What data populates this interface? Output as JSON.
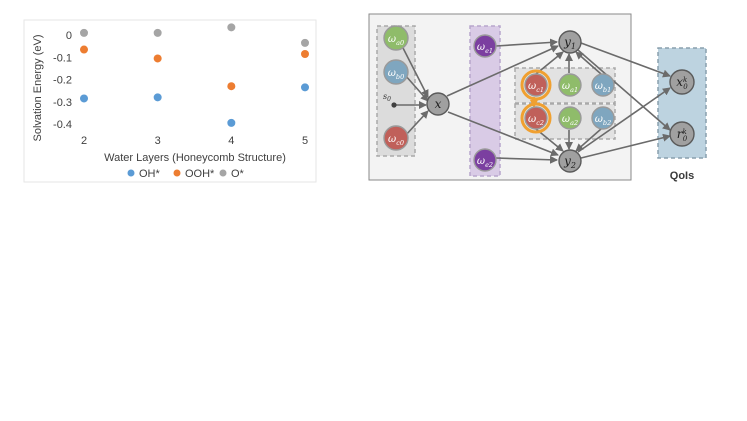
{
  "chart_data": {
    "type": "scatter",
    "title": "",
    "xlabel": "Water Layers (Honeycomb Structure)",
    "ylabel": "Solvation Energy (eV)",
    "x": [
      2,
      3,
      4,
      5
    ],
    "xlim": [
      2,
      5
    ],
    "ylim": [
      -0.4,
      0.05
    ],
    "yticks": [
      0,
      -0.1,
      -0.2,
      -0.3,
      -0.4
    ],
    "ytick_labels": [
      "0",
      "-0.1",
      "-0.2",
      "-0.3",
      "-0.4"
    ],
    "xtick_labels": [
      "2",
      "3",
      "4",
      "5"
    ],
    "grid": false,
    "legend_position": "bottom",
    "series": [
      {
        "name": "OH*",
        "color": "#5b9bd5",
        "values": [
          -0.285,
          -0.28,
          -0.395,
          -0.235
        ]
      },
      {
        "name": "OOH*",
        "color": "#ed7d31",
        "values": [
          -0.065,
          -0.105,
          -0.23,
          -0.085
        ]
      },
      {
        "name": "O*",
        "color": "#a5a5a5",
        "values": [
          0.01,
          0.01,
          0.035,
          -0.035
        ]
      }
    ]
  },
  "diagram": {
    "qois_label": "QoIs",
    "nodes": {
      "w_a0": {
        "base": "ω",
        "sub": "a0",
        "color": "#8fbc6a"
      },
      "w_b0": {
        "base": "ω",
        "sub": "b0",
        "color": "#7fa6bf"
      },
      "s0": {
        "base": "s",
        "sub": "0"
      },
      "w_c0": {
        "base": "ω",
        "sub": "c0",
        "color": "#c0605a"
      },
      "x": {
        "base": "x"
      },
      "w_e1": {
        "base": "ω",
        "sub": "e1",
        "color": "#7b3fa0"
      },
      "w_e2": {
        "base": "ω",
        "sub": "e2",
        "color": "#7b3fa0"
      },
      "y1": {
        "base": "y",
        "sub": "1"
      },
      "y2": {
        "base": "y",
        "sub": "2"
      },
      "w_c1": {
        "base": "ω",
        "sub": "c1",
        "color": "#c0605a"
      },
      "w_a1": {
        "base": "ω",
        "sub": "a1",
        "color": "#8fbc6a"
      },
      "w_b1": {
        "base": "ω",
        "sub": "b1",
        "color": "#7fa6bf"
      },
      "w_c2": {
        "base": "ω",
        "sub": "c2",
        "color": "#c0605a"
      },
      "w_a2": {
        "base": "ω",
        "sub": "a2",
        "color": "#8fbc6a"
      },
      "w_b2": {
        "base": "ω",
        "sub": "b2",
        "color": "#7fa6bf"
      },
      "x0k": {
        "base": "x",
        "sub": "0",
        "sup": "k"
      },
      "r0k": {
        "base": "r",
        "sub": "0",
        "sup": "k"
      }
    }
  }
}
